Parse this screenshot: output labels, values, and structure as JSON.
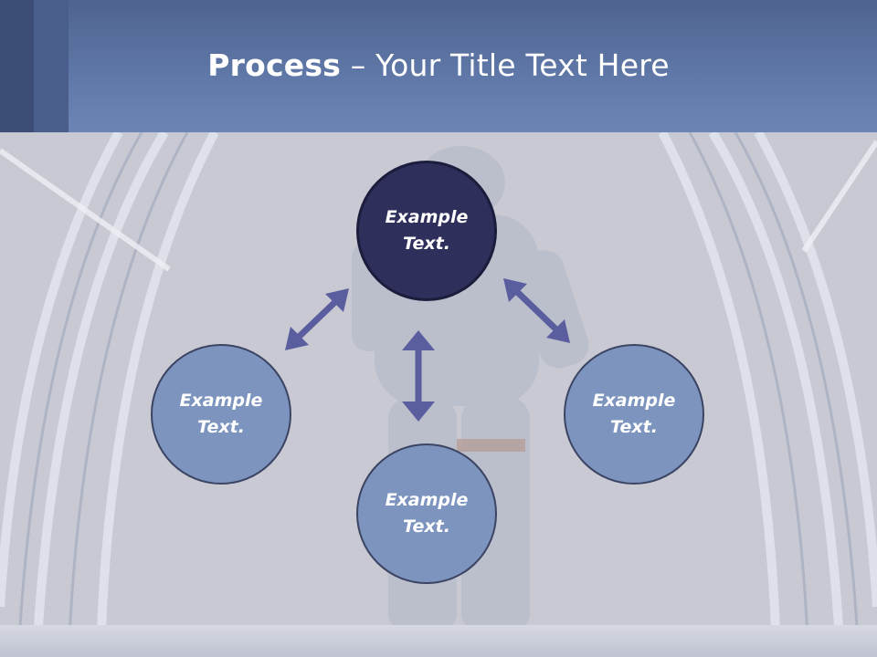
{
  "slide": {
    "title_bold": "Process",
    "title_rest": " – Your Title Text Here"
  },
  "diagram": {
    "nodes": [
      {
        "id": "top",
        "line1": "Example",
        "line2": "Text."
      },
      {
        "id": "left",
        "line1": "Example",
        "line2": "Text."
      },
      {
        "id": "right",
        "line1": "Example",
        "line2": "Text."
      },
      {
        "id": "bottom",
        "line1": "Example",
        "line2": "Text."
      }
    ],
    "arrow_color": "#5a5e9e",
    "center_fill": "#2f2f5c",
    "outer_fill": "#7d94be"
  }
}
